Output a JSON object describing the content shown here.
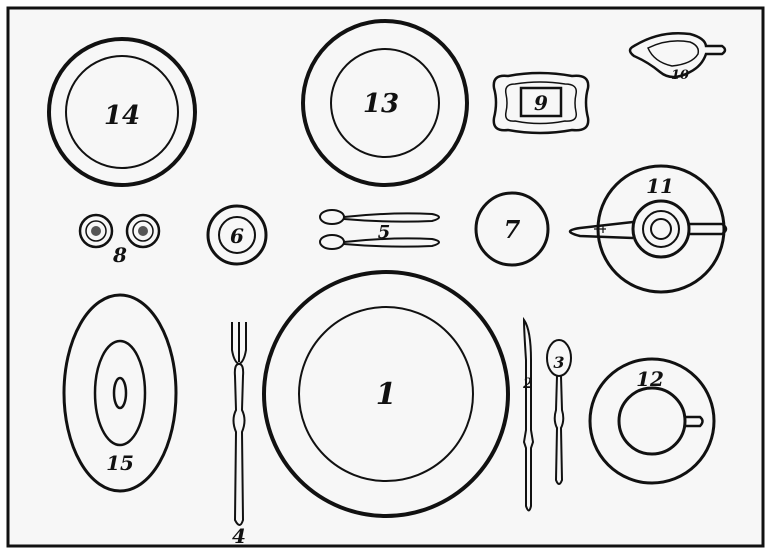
{
  "colors": {
    "ink": "#111111",
    "paper": "#f7f7f7",
    "background": "#ffffff"
  },
  "labels": {
    "dinner_plate": "1",
    "knife": "2",
    "spoon": "3",
    "fork": "4",
    "small_spoons": "5",
    "bread_plate": "6",
    "small_plate": "7",
    "salt_pepper": "8",
    "rectangular_dish": "9",
    "gravy_boat": "10",
    "teapot": "11",
    "cup": "12",
    "plate_top_center": "13",
    "plate_top_left": "14",
    "oval_platter": "15"
  }
}
